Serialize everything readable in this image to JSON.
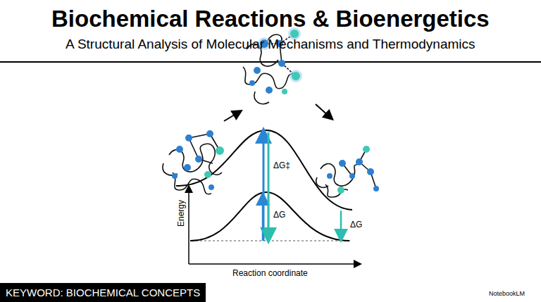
{
  "diagram": {
    "title": "Biochemical Reactions & Bioenergetics",
    "caption": "A Structural Analysis of Molecular Mechanisms and Thermodynamics",
    "nodes": [
      {
        "text": [
          "KEYWORD: BIOCHEMICAL CONCEPTS"
        ]
      }
    ],
    "labels": [
      "ΔG‡",
      "ΔG",
      "ΔG",
      "Energy",
      "Reaction coordinate",
      "NotebookLM"
    ]
  }
}
